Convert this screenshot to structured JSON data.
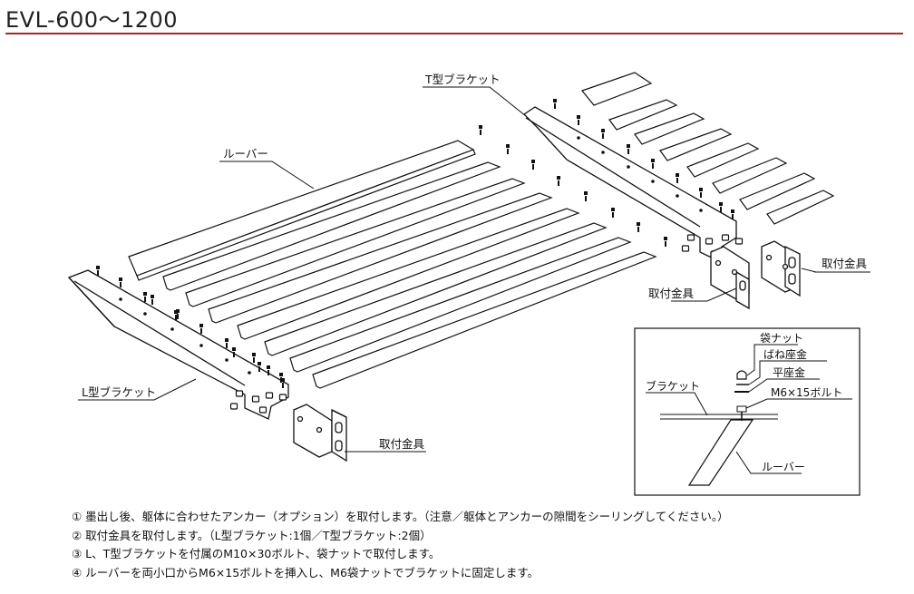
{
  "header": {
    "title": "EVL-600〜1200"
  },
  "labels": {
    "t_bracket": "T型ブラケット",
    "louver": "ルーバー",
    "l_bracket": "L型ブラケット",
    "mount_bracket_right": "取付金具",
    "mount_bracket_middle": "取付金具",
    "mount_bracket_left": "取付金具"
  },
  "detail": {
    "cap_nut": "袋ナット",
    "spring_washer": "ばね座金",
    "flat_washer": "平座金",
    "bolt": "M6×15ボルト",
    "bracket": "ブラケット",
    "louver": "ルーバー"
  },
  "notes": [
    "① 墨出し後、躯体に合わせたアンカー（オプション）を取付します。（注意／躯体とアンカーの隙間をシーリングしてください。）",
    "② 取付金具を取付します。（L型ブラケット:1個／T型ブラケット:2個）",
    "③ L、T型ブラケットを付属のM10×30ボルト、袋ナットで取付します。",
    "④ ルーバーを両小口からM6×15ボルトを挿入し、M6袋ナットでブラケットに固定します。"
  ],
  "colors": {
    "accent_rule": "#a8272e",
    "line": "#111111"
  }
}
